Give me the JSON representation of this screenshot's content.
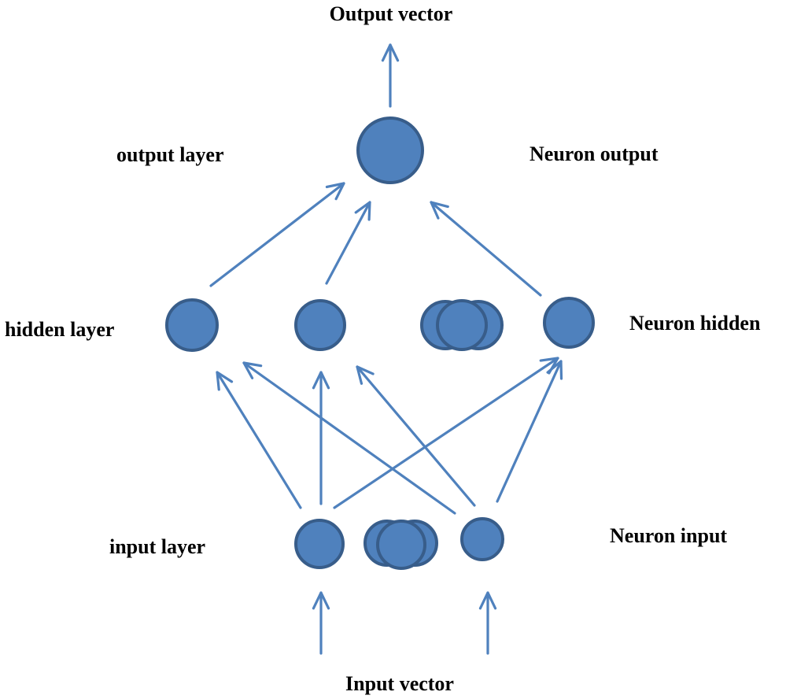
{
  "labels": {
    "output_vector": "Output vector",
    "output_layer": "output layer",
    "neuron_output": "Neuron output",
    "hidden_layer": "hidden layer",
    "neuron_hidden": "Neuron hidden",
    "input_layer": "input layer",
    "neuron_input": "Neuron input",
    "input_vector": "Input vector"
  },
  "colors": {
    "node_fill": "#4f81bd",
    "node_stroke": "#385d8a",
    "arrow": "#4f81bd",
    "text": "#000000"
  },
  "layers": {
    "input_neurons": 3,
    "hidden_neurons": 4,
    "output_neurons": 1
  }
}
